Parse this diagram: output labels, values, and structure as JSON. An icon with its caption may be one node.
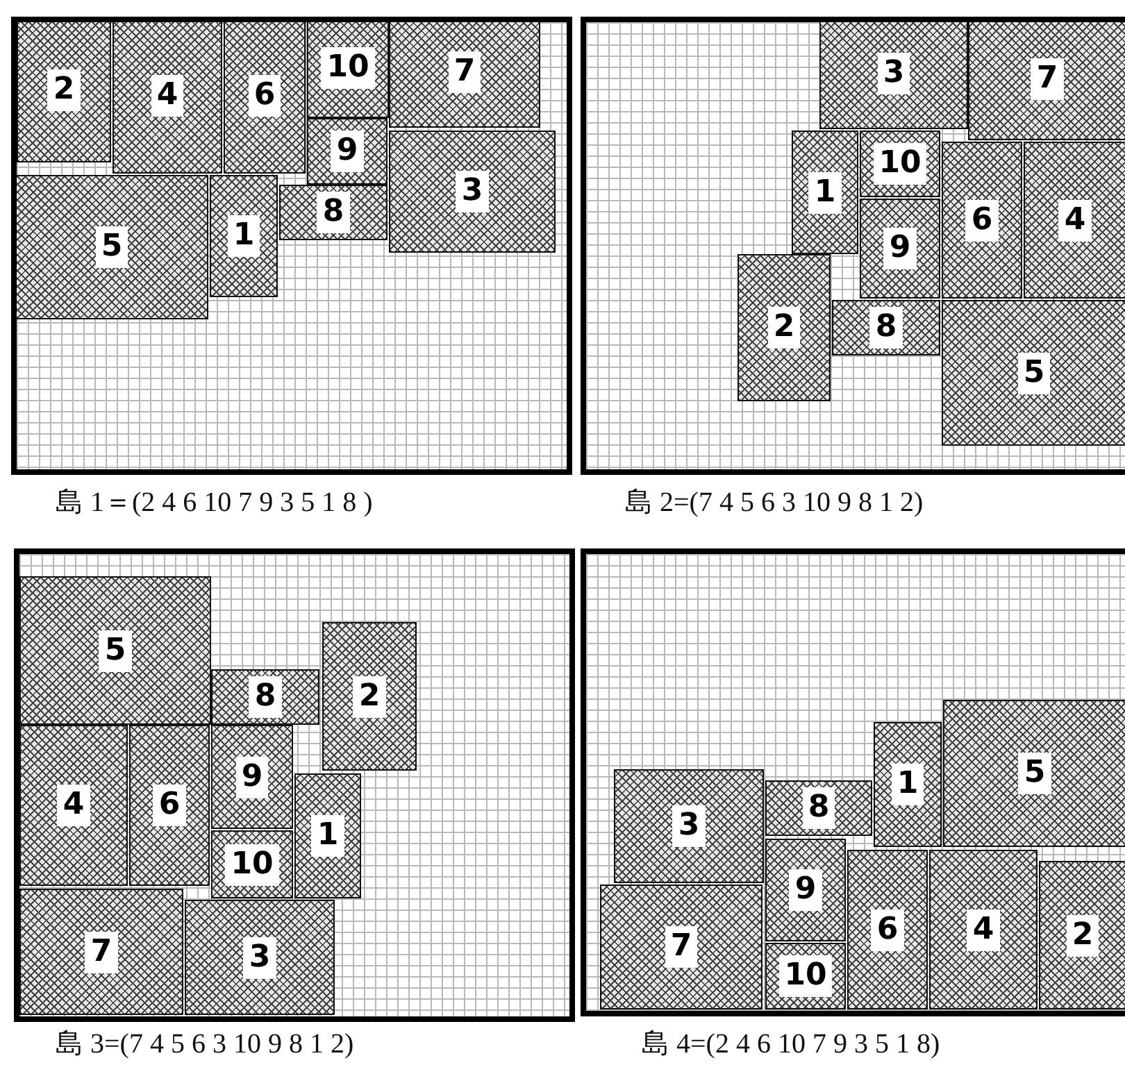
{
  "diagram": {
    "nodes": [
      {
        "text": [],
        "shape": "box",
        "beside": [
          "島 1＝(2 4 6 10 7 9 3 5 1 8 )"
        ]
      },
      {
        "text": [
          "2"
        ],
        "in": 0
      },
      {
        "text": [
          "4"
        ],
        "in": 0
      },
      {
        "text": [
          "6"
        ],
        "in": 0
      },
      {
        "text": [
          "10"
        ],
        "in": 0
      },
      {
        "text": [
          "7"
        ],
        "in": 0
      },
      {
        "text": [
          "9"
        ],
        "in": 0
      },
      {
        "text": [
          "3"
        ],
        "in": 0
      },
      {
        "text": [
          "8"
        ],
        "in": 0
      },
      {
        "text": [
          "1"
        ],
        "in": 0
      },
      {
        "text": [
          "5"
        ],
        "in": 0
      },
      {
        "text": [],
        "shape": "box",
        "beside": [
          "島 2=(7 4 5 6 3 10 9 8 1 2)"
        ]
      },
      {
        "text": [
          "3"
        ],
        "in": 11
      },
      {
        "text": [
          "7"
        ],
        "in": 11
      },
      {
        "text": [
          "1"
        ],
        "in": 11
      },
      {
        "text": [
          "10"
        ],
        "in": 11
      },
      {
        "text": [
          "6"
        ],
        "in": 11
      },
      {
        "text": [
          "4"
        ],
        "in": 11
      },
      {
        "text": [
          "9"
        ],
        "in": 11
      },
      {
        "text": [
          "2"
        ],
        "in": 11
      },
      {
        "text": [
          "8"
        ],
        "in": 11
      },
      {
        "text": [
          "5"
        ],
        "in": 11
      },
      {
        "text": [],
        "shape": "box",
        "beside": [
          "島 3=(7 4 5 6 3 10 9 8 1 2)"
        ]
      },
      {
        "text": [
          "5"
        ],
        "in": 22
      },
      {
        "text": [
          "8"
        ],
        "in": 22
      },
      {
        "text": [
          "2"
        ],
        "in": 22
      },
      {
        "text": [
          "4"
        ],
        "in": 22
      },
      {
        "text": [
          "6"
        ],
        "in": 22
      },
      {
        "text": [
          "9"
        ],
        "in": 22
      },
      {
        "text": [
          "10"
        ],
        "in": 22
      },
      {
        "text": [
          "1"
        ],
        "in": 22
      },
      {
        "text": [
          "7"
        ],
        "in": 22
      },
      {
        "text": [
          "3"
        ],
        "in": 22
      },
      {
        "text": [],
        "shape": "box",
        "beside": [
          "島 4=(2 4 6 10 7 9 3 5 1 8)"
        ]
      },
      {
        "text": [
          "5"
        ],
        "in": 33
      },
      {
        "text": [
          "1"
        ],
        "in": 33
      },
      {
        "text": [
          "3"
        ],
        "in": 33
      },
      {
        "text": [
          "8"
        ],
        "in": 33
      },
      {
        "text": [
          "9"
        ],
        "in": 33
      },
      {
        "text": [
          "6"
        ],
        "in": 33
      },
      {
        "text": [
          "4"
        ],
        "in": 33
      },
      {
        "text": [
          "2"
        ],
        "in": 33
      },
      {
        "text": [
          "7"
        ],
        "in": 33
      },
      {
        "text": [
          "10"
        ],
        "in": 33
      }
    ]
  }
}
